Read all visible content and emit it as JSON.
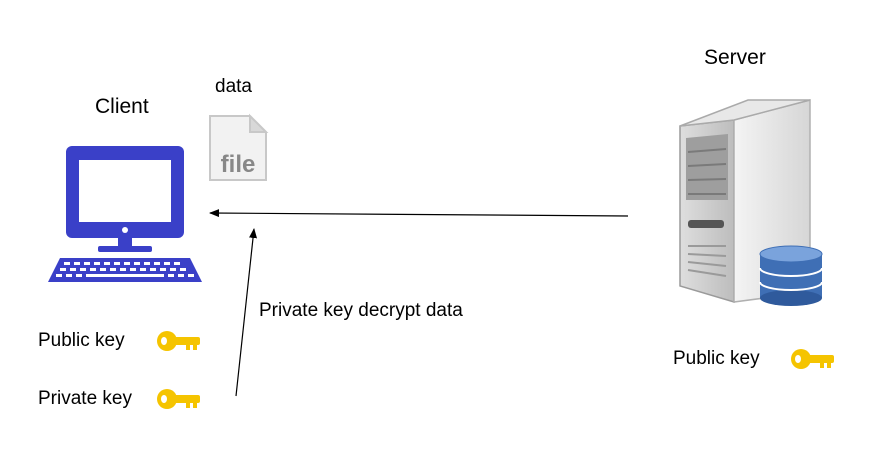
{
  "client": {
    "title": "Client",
    "public_key_label": "Public key",
    "private_key_label": "Private key",
    "computer_icon": "desktop-computer-icon",
    "computer_color": "#3a40c8"
  },
  "file": {
    "label": "data",
    "icon_text": "file",
    "icon": "document-file-icon"
  },
  "server": {
    "title": "Server",
    "public_key_label": "Public key",
    "server_icon": "server-tower-icon",
    "database_icon": "database-icon",
    "database_color": "#3f6fb5"
  },
  "annotation": {
    "text": "Private key decrypt data"
  },
  "key_icon": {
    "name": "key-icon",
    "color": "#f5c400"
  }
}
